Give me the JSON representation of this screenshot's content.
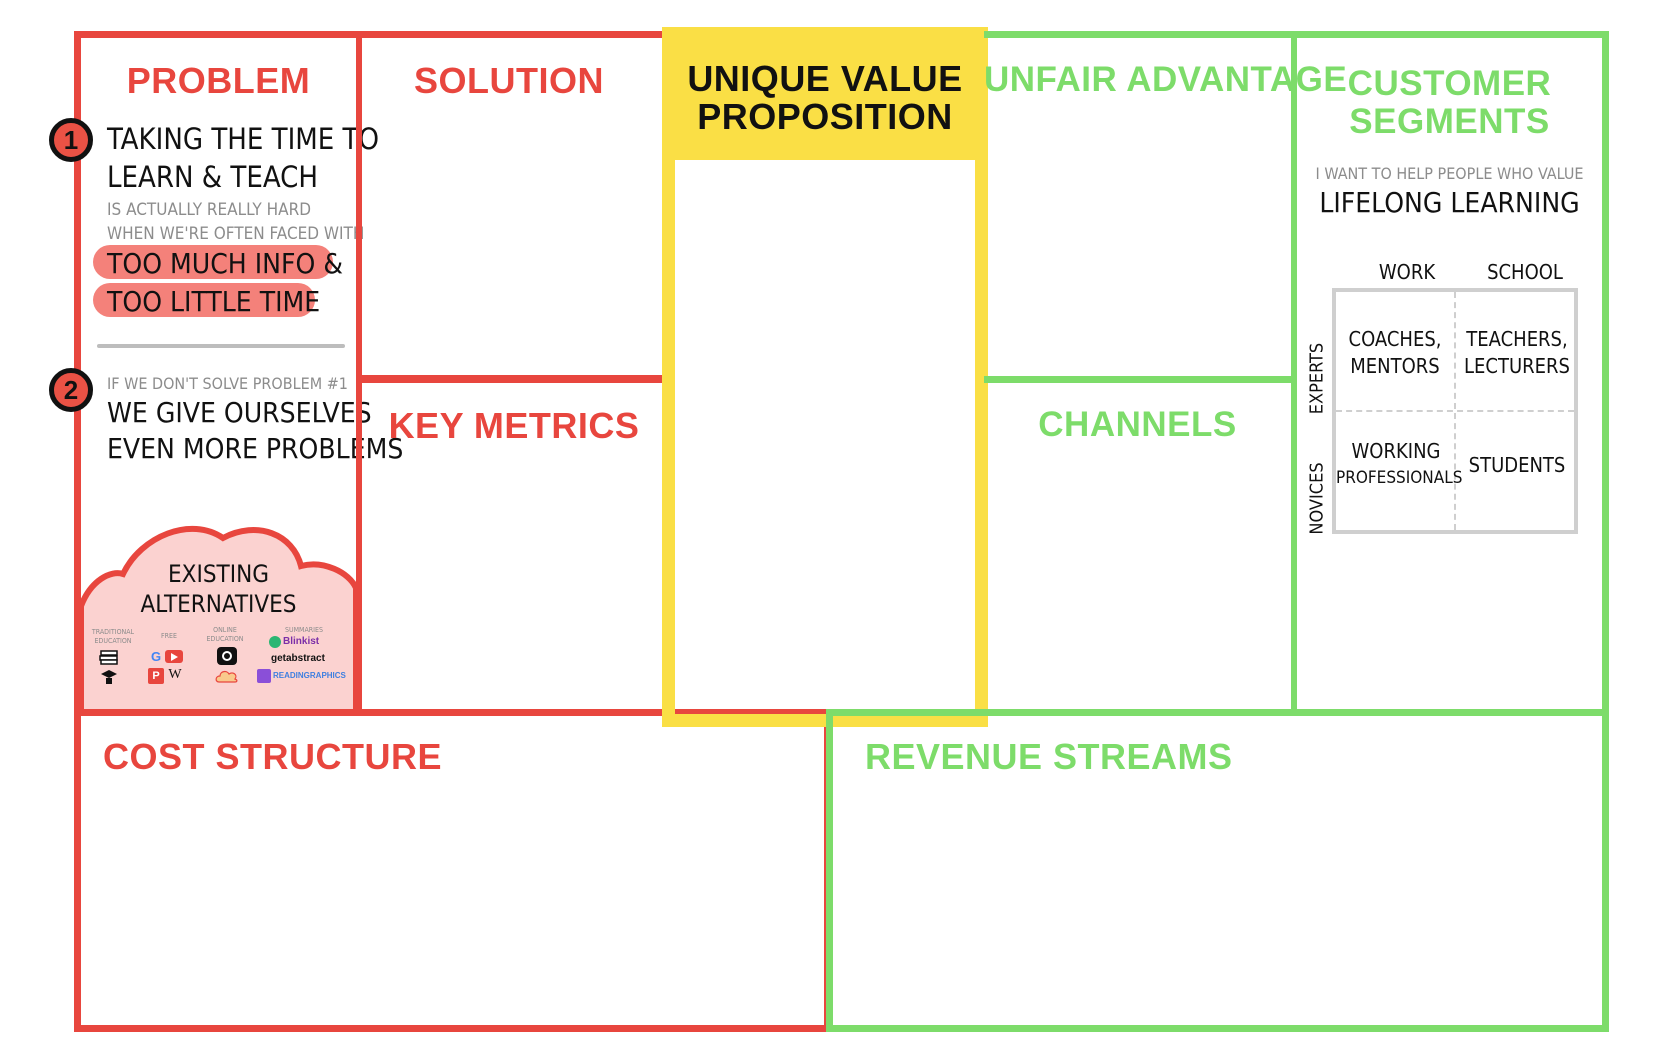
{
  "colors": {
    "red": "#e8463e",
    "green": "#7ddc6a",
    "yellow": "#fadf45",
    "pink": "#fbd2d0",
    "highlight": "#f4817a"
  },
  "problem": {
    "title": "PROBLEM",
    "badge1": "1",
    "line1": "TAKING THE TIME TO",
    "line2": "LEARN & TEACH",
    "muted1": "IS ACTUALLY REALLY HARD",
    "muted2": "WHEN WE'RE OFTEN FACED WITH",
    "hl1": "TOO MUCH INFO &",
    "hl2": "TOO LITTLE TIME",
    "badge2": "2",
    "muted3": "IF WE DON'T SOLVE PROBLEM #1",
    "line3": "WE GIVE OURSELVES",
    "line4": "EVEN MORE PROBLEMS"
  },
  "alternatives": {
    "title1": "EXISTING",
    "title2": "ALTERNATIVES",
    "categories": [
      {
        "label1": "TRADITIONAL",
        "label2": "EDUCATION"
      },
      {
        "label1": "FREE",
        "label2": ""
      },
      {
        "label1": "ONLINE",
        "label2": "EDUCATION"
      },
      {
        "label1": "SUMMARIES",
        "label2": ""
      }
    ],
    "brands": [
      "Blinkist",
      "getabstract",
      "READINGRAPHICS"
    ],
    "icons": [
      "book-stack-icon",
      "graduation-icon",
      "google-icon",
      "youtube-icon",
      "powerpoint-icon",
      "wikipedia-icon",
      "online-course-icon",
      "cloud-icon"
    ]
  },
  "solution": {
    "title": "SOLUTION"
  },
  "key_metrics": {
    "title": "KEY METRICS"
  },
  "uvp": {
    "title1": "UNIQUE VALUE",
    "title2": "PROPOSITION"
  },
  "unfair_advantage": {
    "title": "UNFAIR ADVANTAGE"
  },
  "channels": {
    "title": "CHANNELS"
  },
  "customer_segments": {
    "title1": "CUSTOMER",
    "title2": "SEGMENTS",
    "subtitle": "I WANT TO HELP PEOPLE WHO VALUE",
    "value": "LIFELONG LEARNING",
    "col_work": "WORK",
    "col_school": "SCHOOL",
    "row_experts": "EXPERTS",
    "row_novices": "NOVICES",
    "c11a": "COACHES,",
    "c11b": "MENTORS",
    "c12a": "TEACHERS,",
    "c12b": "LECTURERS",
    "c21a": "WORKING",
    "c21b": "PROFESSIONALS",
    "c22a": "STUDENTS"
  },
  "cost_structure": {
    "title": "COST STRUCTURE"
  },
  "revenue_streams": {
    "title": "REVENUE STREAMS"
  }
}
